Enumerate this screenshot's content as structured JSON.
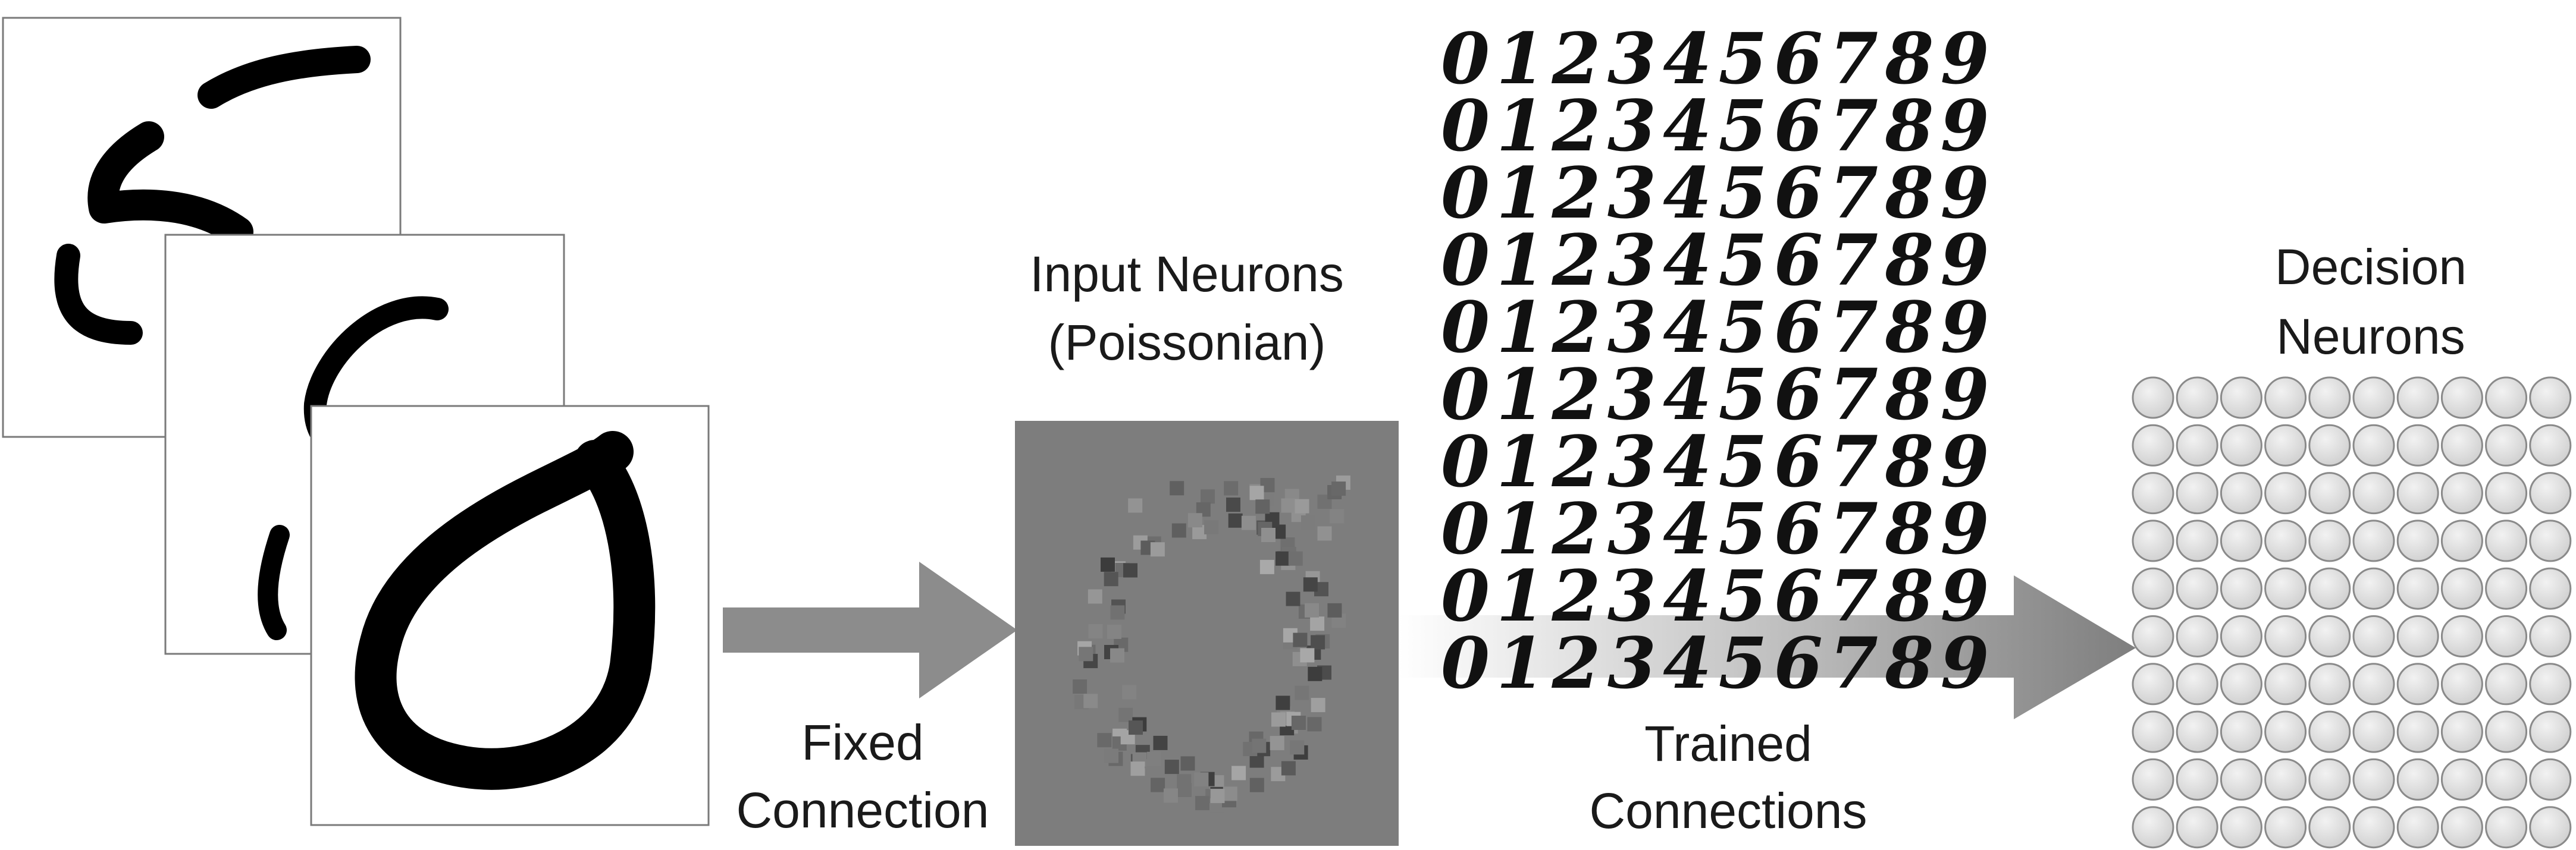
{
  "labels": {
    "fixed_line1": "Fixed",
    "fixed_line2": "Connection",
    "input_line1": "Input Neurons",
    "input_line2": "(Poissonian)",
    "trained_line1": "Trained",
    "trained_line2": "Connections",
    "decision_line1": "Decision",
    "decision_line2": "Neurons"
  },
  "digit_grid": {
    "rows": 10,
    "digits": [
      "0",
      "1",
      "2",
      "3",
      "4",
      "5",
      "6",
      "7",
      "8",
      "9"
    ]
  },
  "decision_grid": {
    "rows": 10,
    "cols": 10
  },
  "input_samples": [
    "5",
    "9",
    "0"
  ],
  "colors": {
    "arrow_fill": "#8c8c8c",
    "input_panel": "#7d7d7d",
    "neuron_fill": "#dedede",
    "neuron_stroke": "#8a8a8a"
  }
}
